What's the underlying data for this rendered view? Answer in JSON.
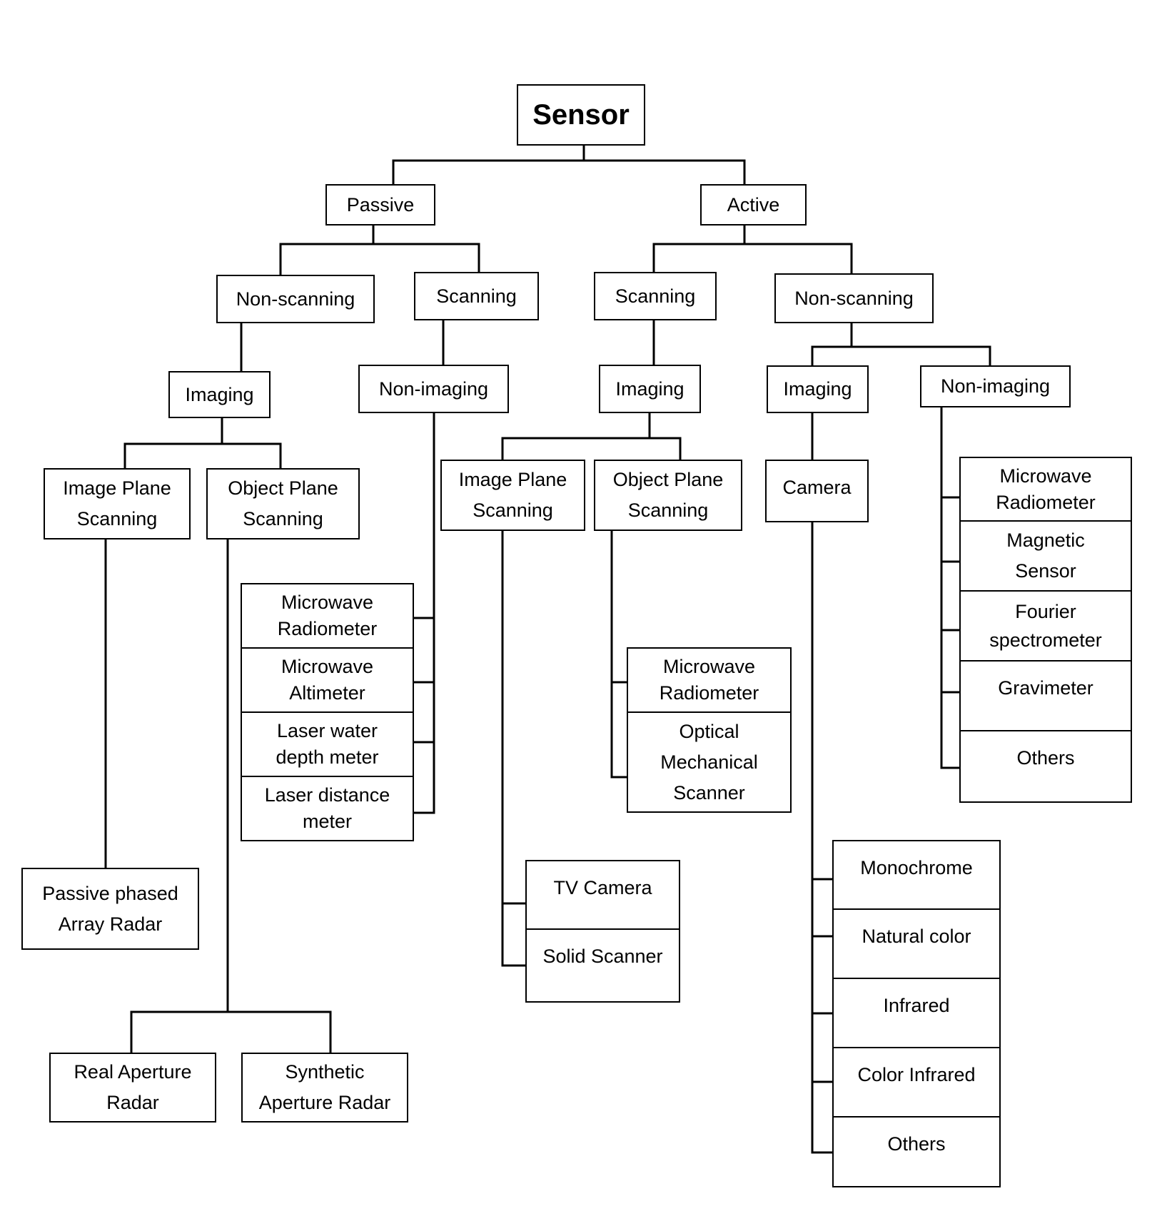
{
  "nodes": {
    "sensor": "Sensor",
    "passive": "Passive",
    "active": "Active",
    "p_nonscanning": "Non-scanning",
    "p_scanning": "Scanning",
    "a_scanning": "Scanning",
    "a_nonscanning": "Non-scanning",
    "p_ns_imaging": "Imaging",
    "p_s_nonimaging": "Non-imaging",
    "a_s_imaging": "Imaging",
    "a_ns_imaging": "Imaging",
    "a_ns_nonimaging": "Non-imaging",
    "p_image_plane": "Image Plane\nScanning",
    "p_object_plane": "Object Plane\nScanning",
    "a_image_plane": "Image Plane\nScanning",
    "a_object_plane": "Object Plane\nScanning",
    "camera": "Camera",
    "passive_phased": "Passive phased\nArray Radar",
    "real_aperture": "Real Aperture\nRadar",
    "synthetic_aperture": "Synthetic\nAperture Radar",
    "p_ni_items": [
      "Microwave\nRadiometer",
      "Microwave\nAltimeter",
      "Laser water\ndepth meter",
      "Laser distance\nmeter"
    ],
    "a_op_items": [
      "Microwave\nRadiometer",
      "Optical\nMechanical\nScanner"
    ],
    "a_ip_items": [
      "TV Camera",
      "Solid Scanner"
    ],
    "a_ni_items": [
      "Microwave\nRadiometer",
      "Magnetic\nSensor",
      "Fourier\nspectrometer",
      "Gravimeter",
      "Others"
    ],
    "camera_items": [
      "Monochrome",
      "Natural color",
      "Infrared",
      "Color Infrared",
      "Others"
    ]
  }
}
